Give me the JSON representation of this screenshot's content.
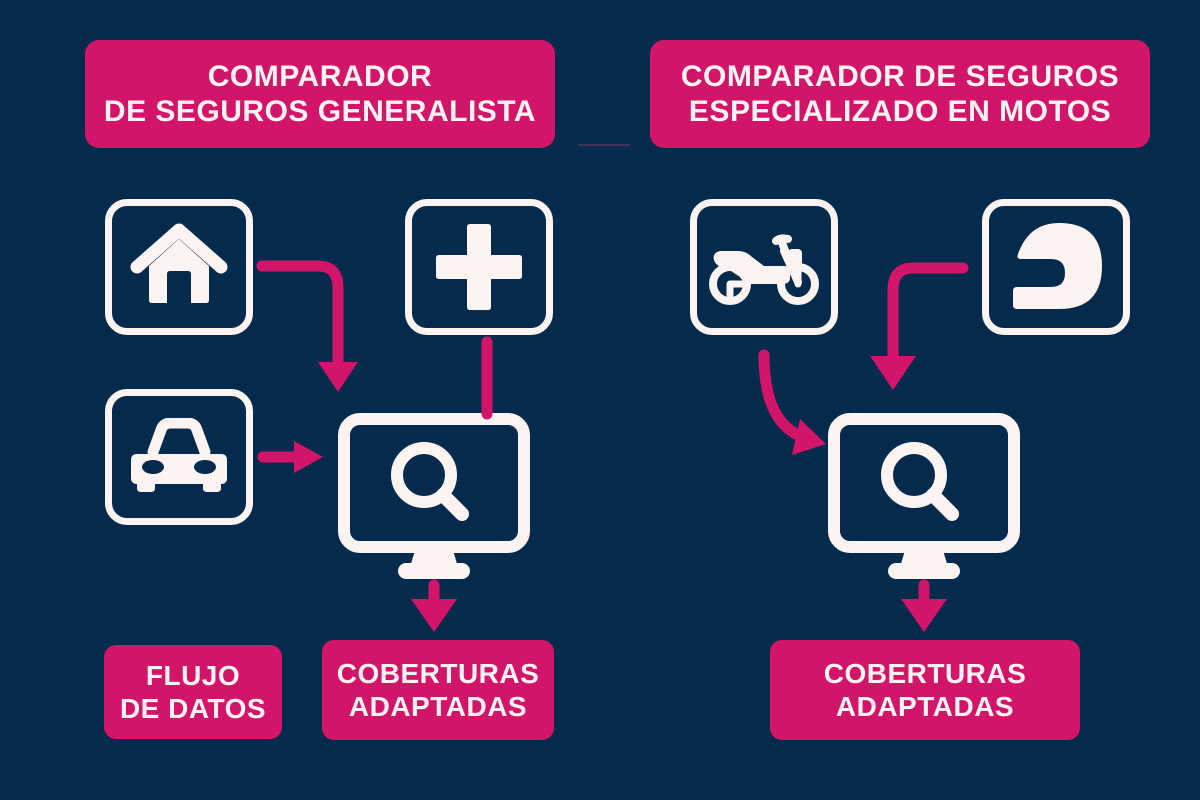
{
  "theme": {
    "background": "#042a4d",
    "accent_pink": "#d3156a",
    "cream": "#fdf4f2"
  },
  "panels": {
    "left": {
      "header": "COMPARADOR\nDE SEGUROS GENERALISTA",
      "header_line1": "COMPARADOR",
      "header_line2": "DE SEGUROS GENERALISTA",
      "icons": [
        {
          "name": "home-icon",
          "meaning": "Hogar"
        },
        {
          "name": "medical-cross-icon",
          "meaning": "Salud"
        },
        {
          "name": "car-icon",
          "meaning": "Coche"
        },
        {
          "name": "monitor-search-icon",
          "meaning": "Comparador"
        }
      ],
      "footer_labels": [
        {
          "name": "flujo-de-datos",
          "text": "FLUJO\nDE DATOS"
        },
        {
          "name": "coberturas-adaptadas",
          "text": "COBERTURAS\nADAPTADAS"
        }
      ]
    },
    "right": {
      "header": "COMPARADOR DE SEGUROS\nESPECIALIZADO EN MOTOS",
      "header_line1": "COMPARADOR DE SEGUROS",
      "header_line2": "ESPECIALIZADO EN MOTOS",
      "icons": [
        {
          "name": "motorcycle-icon",
          "meaning": "Moto"
        },
        {
          "name": "helmet-icon",
          "meaning": "Casco"
        },
        {
          "name": "monitor-search-icon",
          "meaning": "Comparador"
        }
      ],
      "footer_labels": [
        {
          "name": "coberturas-adaptadas",
          "text": "COBERTURAS\nADAPTADAS"
        }
      ]
    }
  },
  "connectors": [
    {
      "name": "home-to-monitor",
      "from": "home-icon",
      "to": "monitor-search-icon",
      "style": "elbow-right-down",
      "arrow": true
    },
    {
      "name": "health-to-monitor",
      "from": "medical-cross-icon",
      "to": "monitor-search-icon",
      "style": "straight-down",
      "arrow": false
    },
    {
      "name": "car-to-monitor",
      "from": "car-icon",
      "to": "monitor-search-icon",
      "style": "straight-right",
      "arrow": true
    },
    {
      "name": "monitor-to-coberturas-left",
      "from": "monitor-search-icon",
      "to": "coberturas-adaptadas",
      "style": "straight-down",
      "arrow": true
    },
    {
      "name": "moto-to-monitor",
      "from": "motorcycle-icon",
      "to": "monitor-search-icon",
      "style": "elbow-down-right",
      "arrow": true
    },
    {
      "name": "helmet-to-monitor",
      "from": "helmet-icon",
      "to": "monitor-search-icon",
      "style": "elbow-left-down",
      "arrow": true
    },
    {
      "name": "monitor-to-coberturas-right",
      "from": "monitor-search-icon",
      "to": "coberturas-adaptadas",
      "style": "straight-down",
      "arrow": true
    }
  ]
}
